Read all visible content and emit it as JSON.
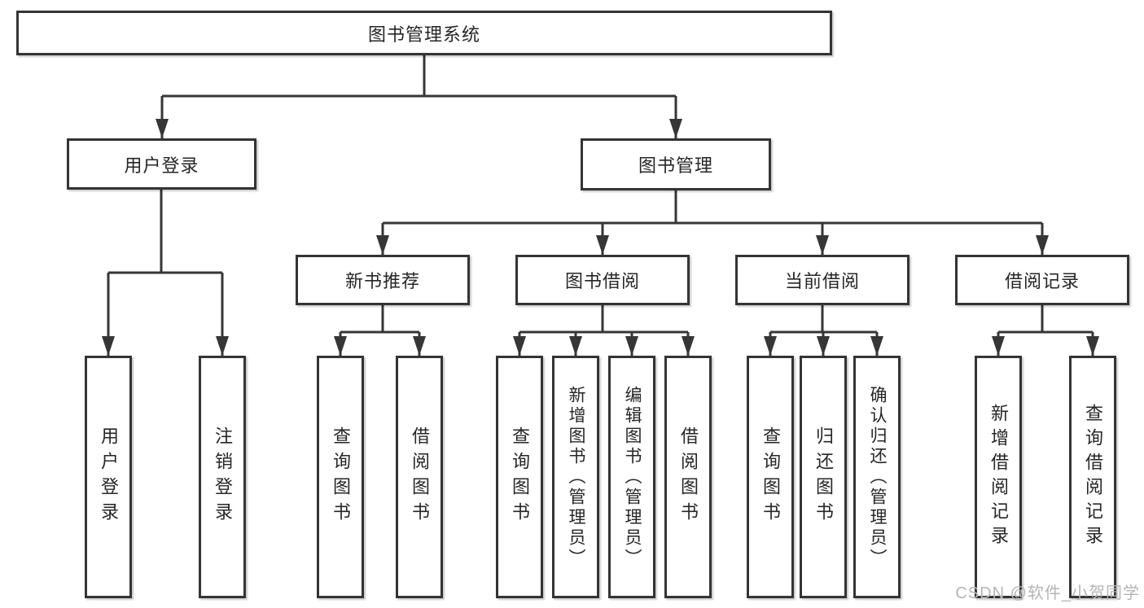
{
  "tree": {
    "root": {
      "label": "图书管理系统"
    },
    "branches": [
      {
        "label": "用户登录",
        "leaves": [
          "用户登录",
          "注销登录"
        ]
      },
      {
        "label": "图书管理",
        "sections": [
          {
            "label": "新书推荐",
            "leaves": [
              "查询图书",
              "借阅图书"
            ]
          },
          {
            "label": "图书借阅",
            "leaves": [
              "查询图书",
              "新增图书（管理员）",
              "编辑图书（管理员）",
              "借阅图书"
            ]
          },
          {
            "label": "当前借阅",
            "leaves": [
              "查询图书",
              "归还图书",
              "确认归还（管理员）"
            ]
          },
          {
            "label": "借阅记录",
            "leaves": [
              "新增借阅记录",
              "查询借阅记录"
            ]
          }
        ]
      }
    ]
  },
  "watermark": "CSDN @软件_小贺同学",
  "colors": {
    "line": "#363636",
    "box_border": "#343434",
    "text": "#262626",
    "watermark": "#b5b5b5",
    "background": "#ffffff"
  }
}
